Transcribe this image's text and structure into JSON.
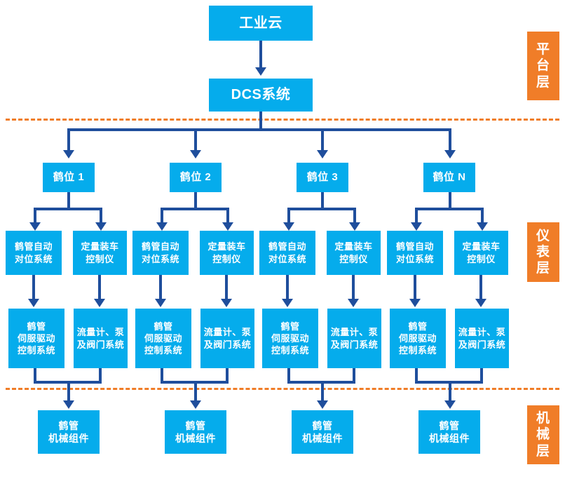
{
  "diagram": {
    "title_top": "工业云",
    "controller": "DCS系统",
    "layers": [
      {
        "name": "platform-layer",
        "label": "平\n台\n层",
        "color": "#F07D28"
      },
      {
        "name": "instrument-layer",
        "label": "仪\n表\n层",
        "color": "#F07D28"
      },
      {
        "name": "mechanical-layer",
        "label": "机\n械\n层",
        "color": "#F07D28"
      }
    ],
    "bays": [
      {
        "label": "鹤位 1"
      },
      {
        "label": "鹤位 2"
      },
      {
        "label": "鹤位 3"
      },
      {
        "label": "鹤位 N"
      }
    ],
    "instruments": [
      {
        "left": "鹤管自动\n对位系统",
        "right": "定量装车\n控制仪"
      },
      {
        "left": "鹤管自动\n对位系统",
        "right": "定量装车\n控制仪"
      },
      {
        "left": "鹤管自动\n对位系统",
        "right": "定量装车\n控制仪"
      },
      {
        "left": "鹤管自动\n对位系统",
        "right": "定量装车\n控制仪"
      }
    ],
    "devices": [
      {
        "left": "鹤管\n伺服驱动\n控制系统",
        "right": "流量计、泵\n及阀门系统"
      },
      {
        "left": "鹤管\n伺服驱动\n控制系统",
        "right": "流量计、泵\n及阀门系统"
      },
      {
        "left": "鹤管\n伺服驱动\n控制系统",
        "right": "流量计、泵\n及阀门系统"
      },
      {
        "left": "鹤管\n伺服驱动\n控制系统",
        "right": "流量计、泵\n及阀门系统"
      }
    ],
    "mechanicals": [
      {
        "label": "鹤管\n机械组件"
      },
      {
        "label": "鹤管\n机械组件"
      },
      {
        "label": "鹤管\n机械组件"
      },
      {
        "label": "鹤管\n机械组件"
      }
    ],
    "colors": {
      "node_fill": "#05ACEC",
      "connector": "#1F4E9C",
      "layer_tag": "#F07D28",
      "divider": "#F07D28",
      "background": "#FFFFFF"
    }
  }
}
